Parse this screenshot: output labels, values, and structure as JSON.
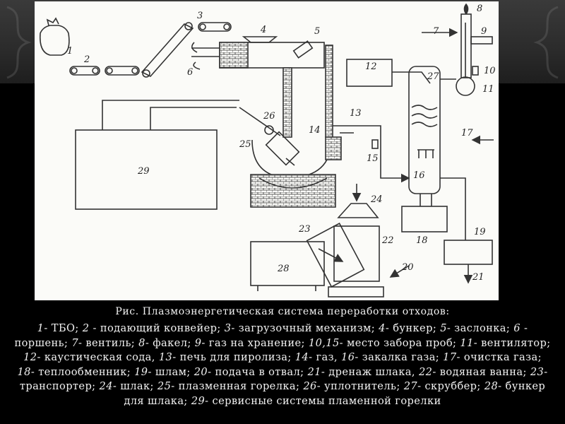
{
  "figure": {
    "labels": [
      "1",
      "2",
      "3",
      "4",
      "5",
      "6",
      "7",
      "8",
      "9",
      "10",
      "11",
      "12",
      "13",
      "14",
      "15",
      "16",
      "17",
      "18",
      "19",
      "20",
      "21",
      "22",
      "23",
      "24",
      "25",
      "26",
      "27",
      "28",
      "29"
    ]
  },
  "caption": {
    "title": "Рис. Плазмоэнергетическая система  переработки отходов:",
    "legend": [
      {
        "num": "1",
        "text": "- ТБО; "
      },
      {
        "num": "2",
        "text": " - подающий конвейер; "
      },
      {
        "num": "3",
        "text": "- загрузочный механизм; "
      },
      {
        "num": "4",
        "text": "- бункер; "
      },
      {
        "num": "5",
        "text": "- заслонка; "
      },
      {
        "num": "6",
        "text": " - поршень; "
      },
      {
        "num": "7",
        "text": "- вентиль; "
      },
      {
        "num": "8",
        "text": "- факел; "
      },
      {
        "num": "9",
        "text": "- газ на хранение; "
      },
      {
        "num": "10,15",
        "text": "- место забора проб; "
      },
      {
        "num": "11",
        "text": "- вентилятор; "
      },
      {
        "num": "12",
        "text": "- каустическая сода, "
      },
      {
        "num": "13",
        "text": "- печь для пиролиза; "
      },
      {
        "num": "14",
        "text": "- газ, "
      },
      {
        "num": "16",
        "text": "- закалка газа; "
      },
      {
        "num": "17",
        "text": "- очистка газа; "
      },
      {
        "num": "18",
        "text": "- теплообменник; "
      },
      {
        "num": "19",
        "text": "- шлам; "
      },
      {
        "num": "20",
        "text": "- подача в отвал; "
      },
      {
        "num": "21",
        "text": "- дренаж шлака, "
      },
      {
        "num": "22",
        "text": "- водяная ванна; "
      },
      {
        "num": "23",
        "text": "- транспортер; "
      },
      {
        "num": "24",
        "text": "- шлак; "
      },
      {
        "num": "25",
        "text": "- плазменная горелка; "
      },
      {
        "num": "26",
        "text": "- уплотнитель; "
      },
      {
        "num": "27",
        "text": "- скруббер; "
      },
      {
        "num": "28",
        "text": "- бункер для шлака; "
      },
      {
        "num": "29",
        "text": "- сервисные системы пламенной горелки"
      }
    ]
  }
}
